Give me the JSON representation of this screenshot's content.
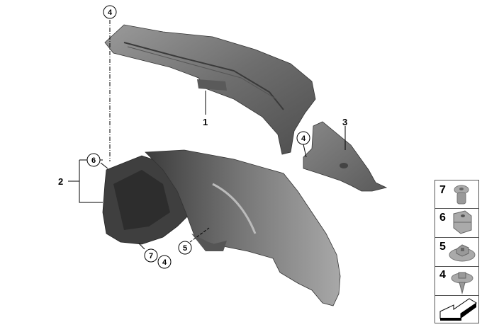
{
  "callouts": {
    "part1": "1",
    "part2": "2",
    "part3": "3",
    "top_clip": "4",
    "clip_part3": "4",
    "clip_liner6": "6",
    "clip_bottom7": "7",
    "clip_bottom4": "4",
    "clip_nut5": "5"
  },
  "legend": {
    "items": [
      {
        "number": "7",
        "icon": "expanding-rivet-icon"
      },
      {
        "number": "6",
        "icon": "clip-nut-icon"
      },
      {
        "number": "5",
        "icon": "flange-nut-icon"
      },
      {
        "number": "4",
        "icon": "screw-icon"
      }
    ],
    "direction_icon": "forward-arrow-icon"
  }
}
